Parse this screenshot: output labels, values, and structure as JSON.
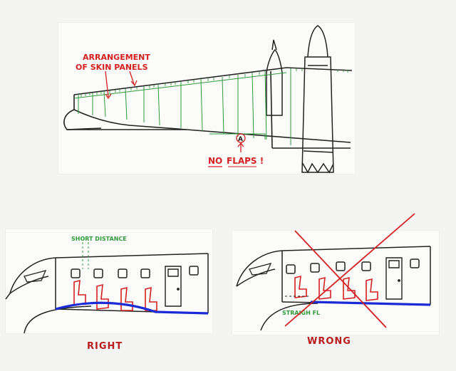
{
  "wing_diagram": {
    "annotation_skin_line1": "ARRANGEMENT",
    "annotation_skin_line2": "OF SKIN PANELS",
    "marker_label": "A",
    "no_flaps_no": "NO",
    "no_flaps_rest": "FLAPS !"
  },
  "right_diagram": {
    "short_distance_label": "SHORT DISTANCE",
    "caption": "RIGHT"
  },
  "wrong_diagram": {
    "straight_label": "STRAIGH FL",
    "caption": "WRONG"
  },
  "colors": {
    "ink": "#222222",
    "green": "#2f9a3a",
    "red": "#d42020",
    "blue": "#1a2bd6"
  }
}
